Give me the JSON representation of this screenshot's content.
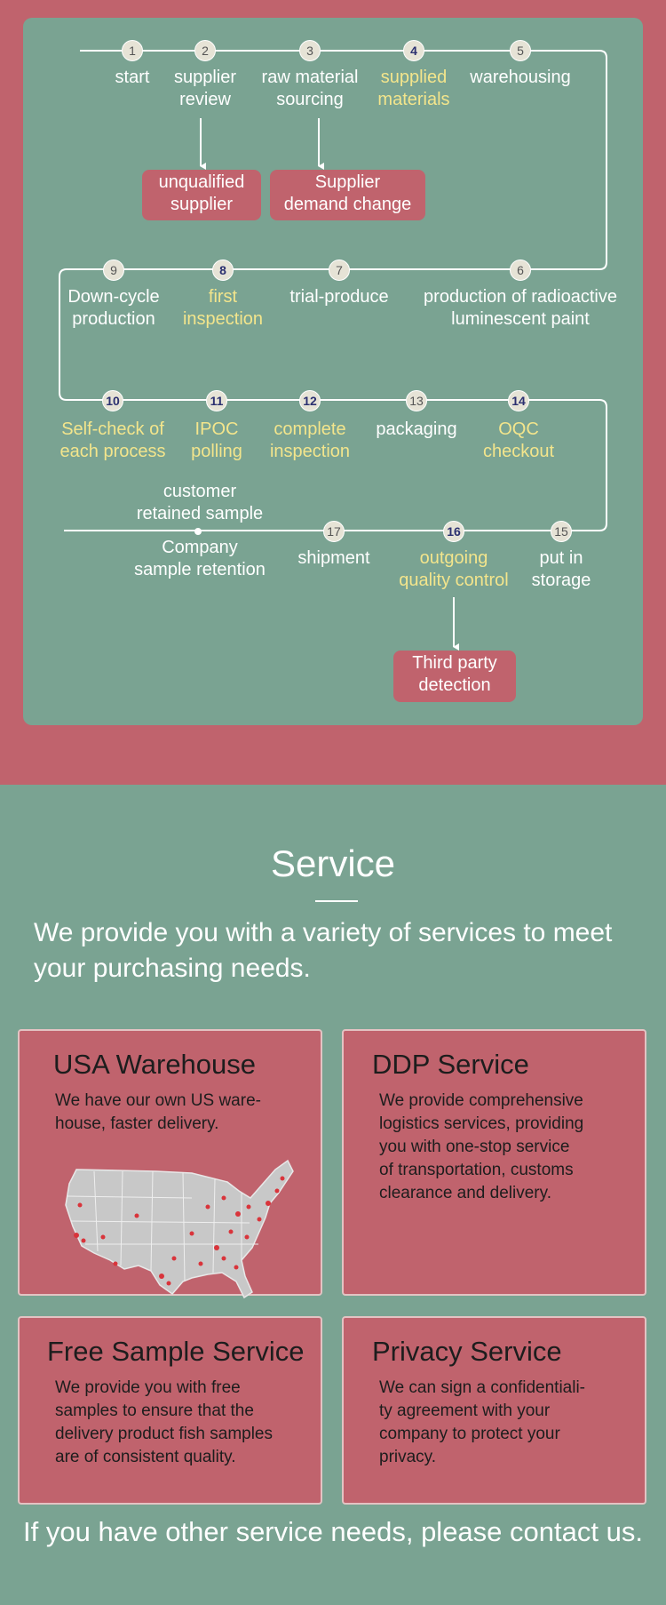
{
  "flow": {
    "steps": [
      {
        "num": "1",
        "label": "start",
        "highlight": false
      },
      {
        "num": "2",
        "label": "supplier\nreview",
        "highlight": false
      },
      {
        "num": "3",
        "label": "raw material\nsourcing",
        "highlight": false
      },
      {
        "num": "4",
        "label": "supplied\nmaterials",
        "highlight": true
      },
      {
        "num": "5",
        "label": "warehousing",
        "highlight": false
      },
      {
        "num": "6",
        "label": "production of radioactive\nluminescent paint",
        "highlight": false
      },
      {
        "num": "7",
        "label": "trial-produce",
        "highlight": false
      },
      {
        "num": "8",
        "label": "first\ninspection",
        "highlight": true
      },
      {
        "num": "9",
        "label": "Down-cycle\nproduction",
        "highlight": false
      },
      {
        "num": "10",
        "label": "Self-check of\neach process",
        "highlight": true
      },
      {
        "num": "11",
        "label": "IPOC\npolling",
        "highlight": true
      },
      {
        "num": "12",
        "label": "complete\ninspection",
        "highlight": true
      },
      {
        "num": "13",
        "label": "packaging",
        "highlight": false
      },
      {
        "num": "14",
        "label": "OQC\ncheckout",
        "highlight": true
      },
      {
        "num": "15",
        "label": "put in\nstorage",
        "highlight": false
      },
      {
        "num": "16",
        "label": "outgoing\nquality control",
        "highlight": true
      },
      {
        "num": "17",
        "label": "shipment",
        "highlight": false
      }
    ],
    "sample_top": "customer\nretained sample",
    "sample_bottom": "Company\nsample retention",
    "branch_unqualified": "unqualified\nsupplier",
    "branch_demand": "Supplier\ndemand change",
    "branch_third_party": "Third party\ndetection"
  },
  "service": {
    "title": "Service",
    "intro": "We provide you with a variety of services to meet your purchasing needs.",
    "cards": [
      {
        "title": "USA Warehouse",
        "text": "We have our own US ware-\nhouse, faster delivery."
      },
      {
        "title": "DDP Service",
        "text": "We provide comprehensive\nlogistics services, providing\nyou with one-stop service\nof transportation, customs\nclearance and delivery."
      },
      {
        "title": "Free Sample Service",
        "text": "We provide you with free\nsamples to ensure that the\ndelivery product fish samples\nare of consistent quality."
      },
      {
        "title": "Privacy Service",
        "text": "We can sign a confidentiali-\nty agreement with your\ncompany to protect your\nprivacy."
      }
    ],
    "footer": "If you have other service needs, please contact us."
  },
  "colors": {
    "rose": "#c0636d",
    "sage": "#7aa392",
    "highlight_text": "#f3e58c",
    "node_fill": "#e6e3d6",
    "node_dark_text": "#2b3070",
    "map_gray": "#c8c8c8",
    "map_markers": "#d9343b"
  },
  "icons": {
    "map": "usa-map-icon",
    "arrow": "arrow-down-icon"
  }
}
